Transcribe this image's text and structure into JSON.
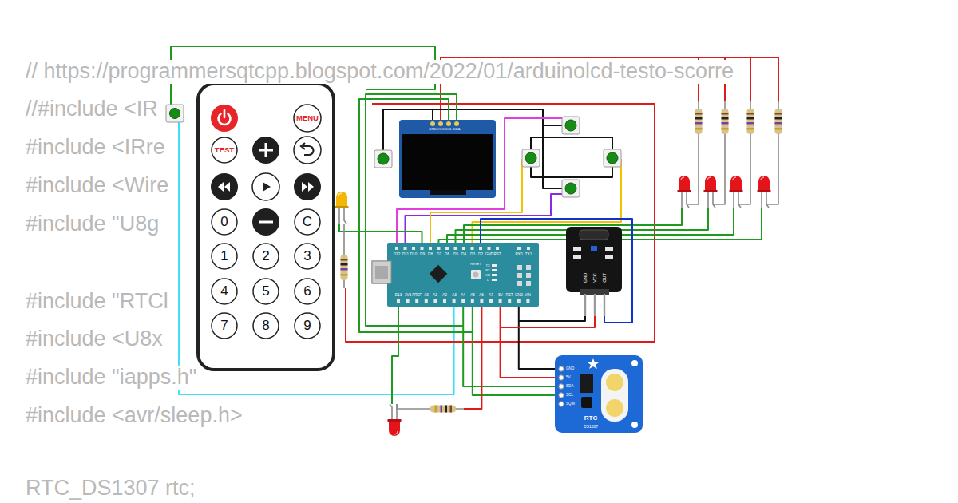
{
  "diagram": {
    "nodes": [
      {
        "text": [
          "MENU"
        ]
      },
      {
        "text": [
          "TEST"
        ]
      },
      {
        "text": [
          "0"
        ]
      },
      {
        "text": [
          "C"
        ]
      },
      {
        "text": [
          "1"
        ]
      },
      {
        "text": [
          "2"
        ]
      },
      {
        "text": [
          "3"
        ]
      },
      {
        "text": [
          "4"
        ]
      },
      {
        "text": [
          "5"
        ]
      },
      {
        "text": [
          "6"
        ]
      },
      {
        "text": [
          "7"
        ]
      },
      {
        "text": [
          "8"
        ]
      },
      {
        "text": [
          "9"
        ]
      }
    ],
    "labels": [
      "// https://programmersqtcpp.blogspot.com/2022/01/arduinolcd-testo-scorre",
      "//#include <IR",
      "#include <IRre",
      "#include <Wire",
      "#include \"U8g",
      "#include \"RTCl",
      "#include <U8x",
      "#include \"iapps.h\"",
      "#include <avr/sleep.h>",
      "RTC_DS1307 rtc;",
      "GND",
      "VCC",
      "SCL",
      "SDA",
      "D12",
      "D11",
      "D10",
      "D9",
      "D8",
      "D7",
      "D6",
      "D5",
      "D4",
      "D3",
      "D2",
      "GND",
      "RST",
      "RX0",
      "TX1",
      "D13",
      "3V3",
      "AREF",
      "A0",
      "A1",
      "A2",
      "A3",
      "A4",
      "A5",
      "A6",
      "A7",
      "5V",
      "RST",
      "GND",
      "VIN",
      "RESET",
      "TX",
      "RX",
      "ON",
      "L",
      "GND",
      "VCC",
      "OUT",
      "GND",
      "5V",
      "SDA",
      "SCL",
      "SQW",
      "RTC",
      "DS1307"
    ]
  }
}
